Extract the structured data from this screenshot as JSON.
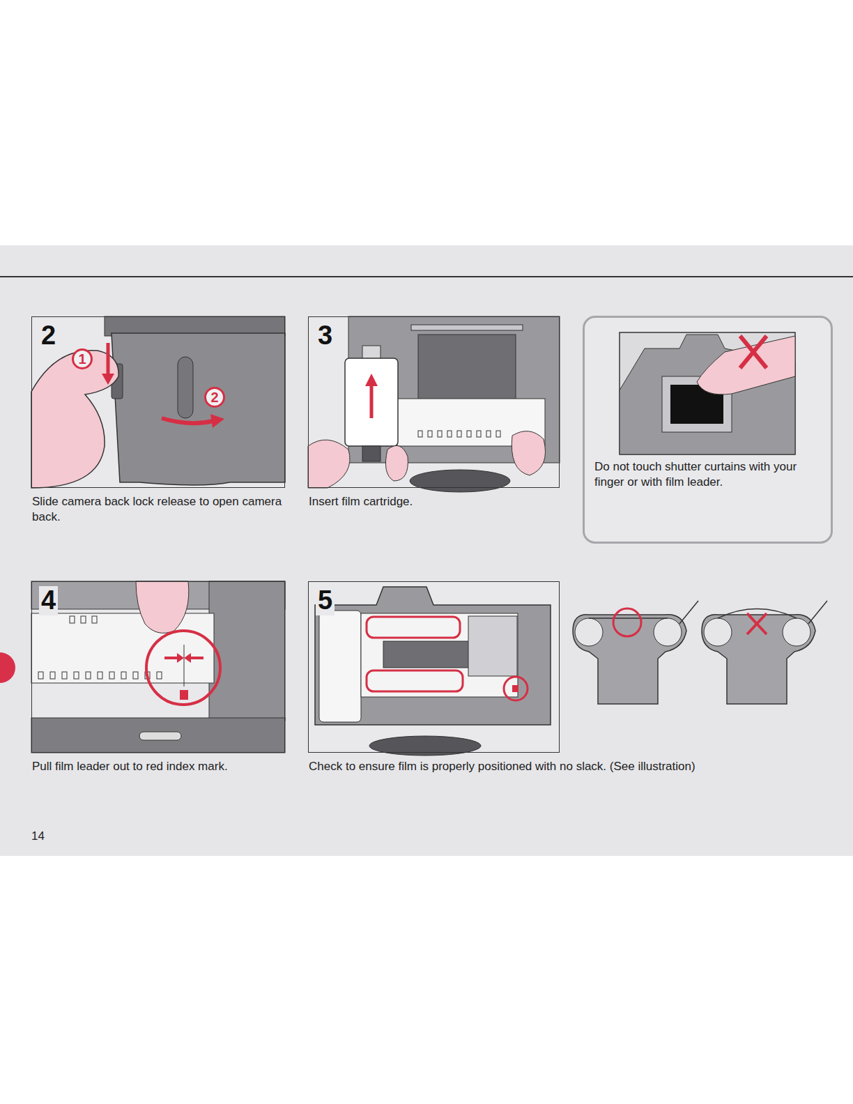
{
  "diagram": {
    "nodes": [
      {
        "text": [
          "2",
          "Slide camera back lock release to open camera back."
        ]
      },
      {
        "text": [
          "3",
          "Insert film cartridge."
        ]
      },
      {
        "text": [
          "Do not touch shutter curtains with your finger or with film leader."
        ]
      },
      {
        "text": [
          "4",
          "Pull film leader out to red index mark."
        ]
      },
      {
        "text": [
          "5",
          "Check to ensure film is properly positioned with no slack. (See illustration)"
        ]
      }
    ],
    "labels": [
      "1",
      "2",
      "14"
    ]
  }
}
